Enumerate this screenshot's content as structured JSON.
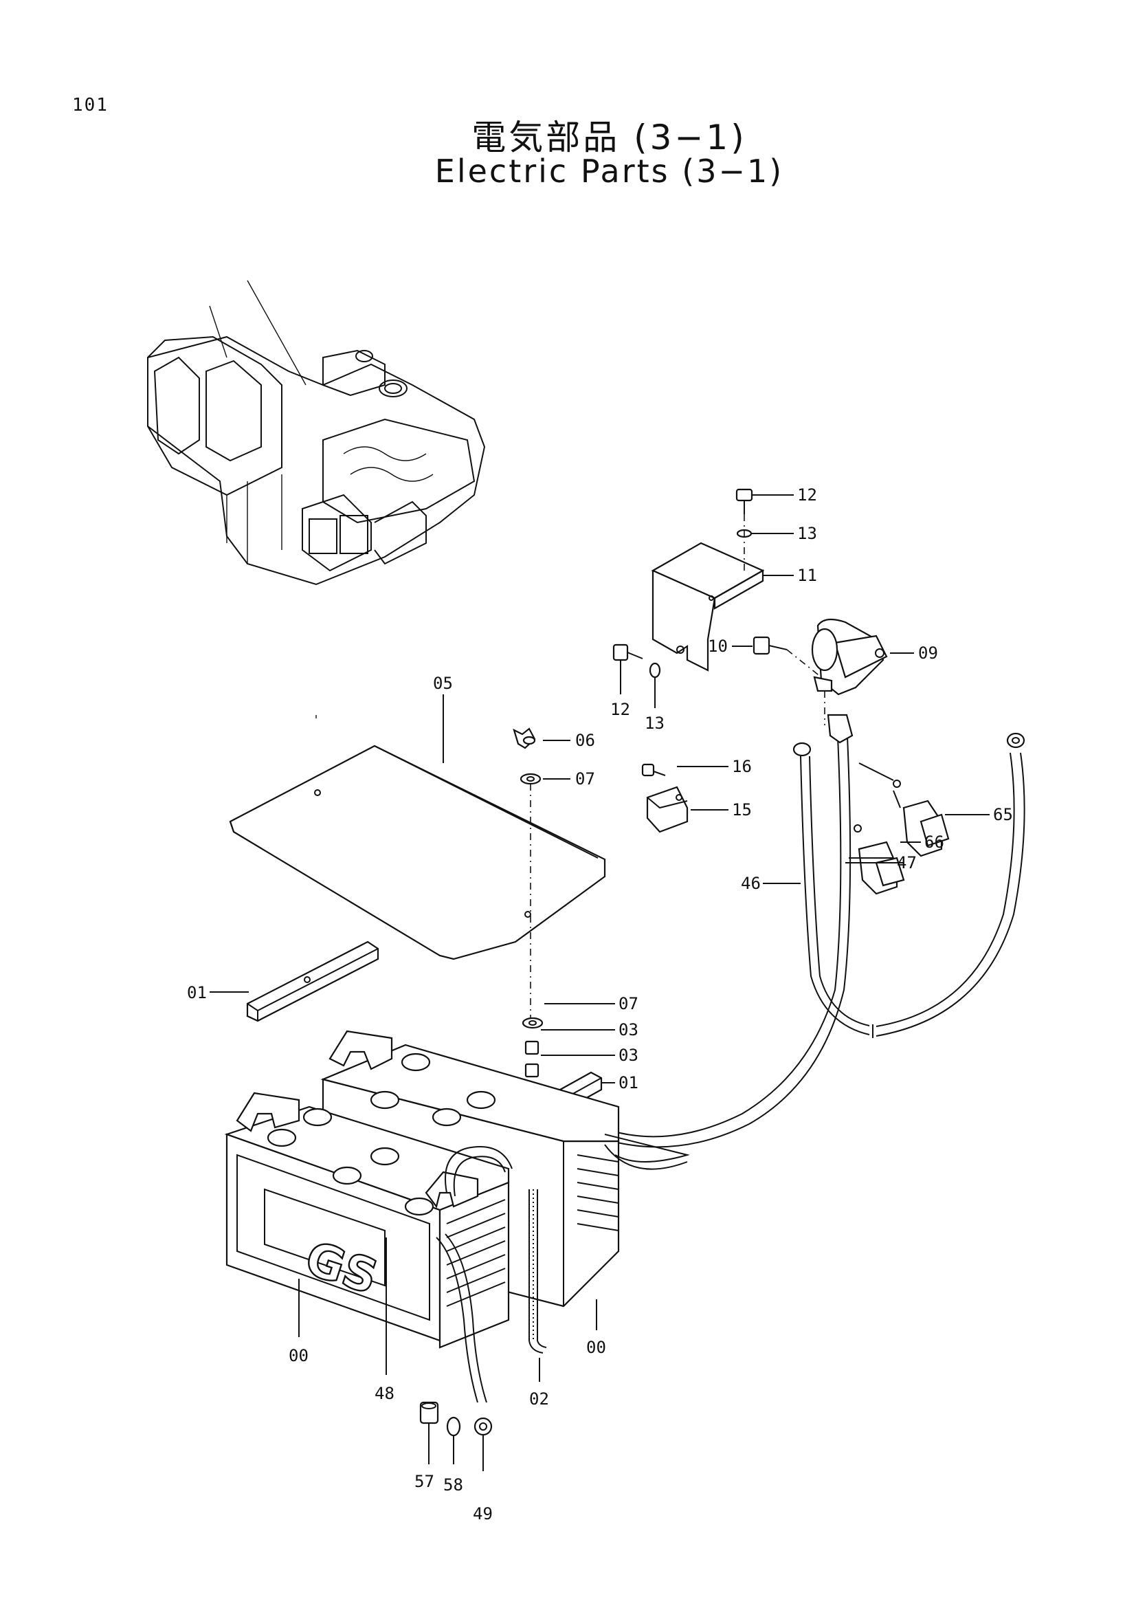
{
  "header": {
    "page_number": "101",
    "title_ja": "電気部品 (3−1)",
    "title_en": "Electric Parts (3−1)"
  },
  "callouts": {
    "c12a": "12",
    "c13a": "13",
    "c11": "11",
    "c10": "10",
    "c09": "09",
    "c12b": "12",
    "c13b": "13",
    "c05": "05",
    "c06": "06",
    "c07a": "07",
    "c16": "16",
    "c15": "15",
    "c65": "65",
    "c66": "66",
    "c47": "47",
    "c46": "46",
    "c01a": "01",
    "c07b": "07",
    "c03a": "03",
    "c03b": "03",
    "c01b": "01",
    "c00a": "00",
    "c00b": "00",
    "c48": "48",
    "c02": "02",
    "c57": "57",
    "c58": "58",
    "c49": "49"
  },
  "battery_brand": "GS"
}
